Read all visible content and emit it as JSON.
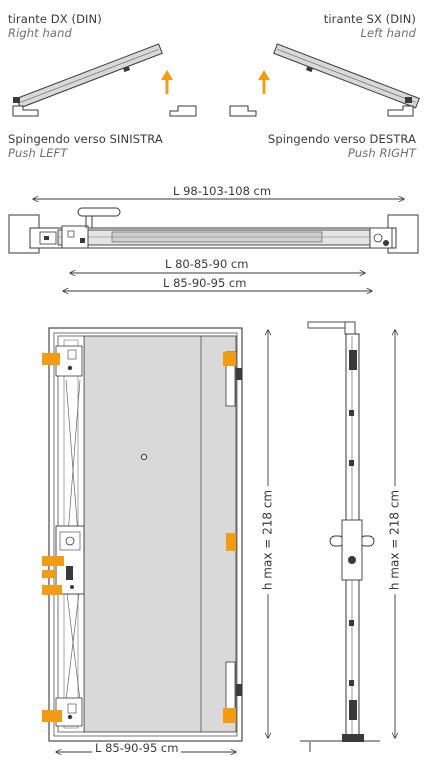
{
  "swing": {
    "right": {
      "title": "tirante DX (DIN)",
      "subtitle": "Right hand",
      "instruction": "Spingendo verso SINISTRA",
      "instruction_en": "Push LEFT"
    },
    "left": {
      "title": "tirante SX (DIN)",
      "subtitle": "Left hand",
      "instruction": "Spingendo verso DESTRA",
      "instruction_en": "Push RIGHT"
    }
  },
  "dimensions": {
    "overall_width": "L 98-103-108 cm",
    "passage_width": "L 80-85-90 cm",
    "door_width": "L 85-90-95 cm",
    "front_bottom_width": "L 85-90-95 cm",
    "front_height": "h max = 218 cm",
    "side_height": "h max = 218 cm"
  },
  "colors": {
    "line": "#3a3a3a",
    "arrow": "#f39c12",
    "hinge": "#f39c12",
    "panel": "#d9d9d9"
  }
}
